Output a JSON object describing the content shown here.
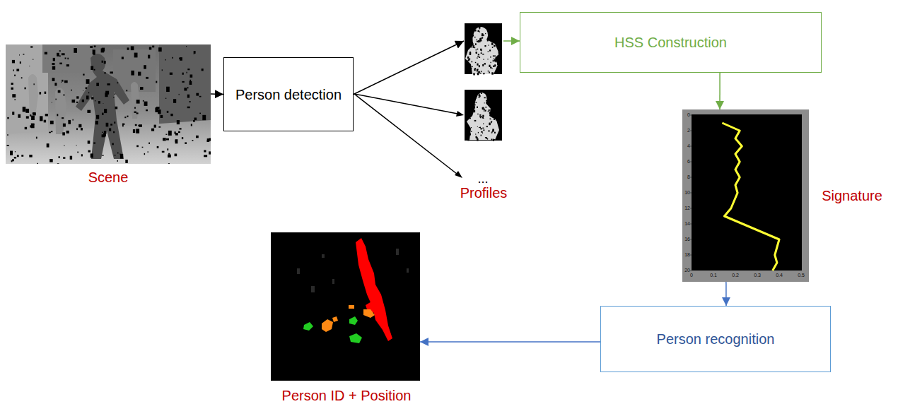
{
  "diagram": {
    "nodes": [
      {
        "text": [
          "Scene"
        ]
      },
      {
        "text": [
          "Person detection"
        ]
      },
      {
        "text": [
          "Profiles"
        ]
      },
      {
        "text": [
          "HSS Construction"
        ]
      },
      {
        "text": [
          "Signature"
        ]
      },
      {
        "text": [
          "Person recognition"
        ]
      },
      {
        "text": [
          "Person ID + Position"
        ]
      }
    ],
    "edges": [
      {
        "from": 0,
        "to": 1,
        "arrow": "to"
      },
      {
        "from": 1,
        "to": 2,
        "arrow": "to"
      },
      {
        "from": 2,
        "to": 3,
        "arrow": "to"
      },
      {
        "from": 3,
        "to": 4,
        "arrow": "to"
      },
      {
        "from": 4,
        "to": 5,
        "arrow": "to"
      },
      {
        "from": 5,
        "to": 6,
        "arrow": "to"
      }
    ],
    "labels": [
      "...",
      "0",
      "2",
      "4",
      "6",
      "8",
      "10",
      "12",
      "14",
      "16",
      "18",
      "20",
      "0",
      "0.1",
      "0.2",
      "0.3",
      "0.4",
      "0.5"
    ]
  }
}
